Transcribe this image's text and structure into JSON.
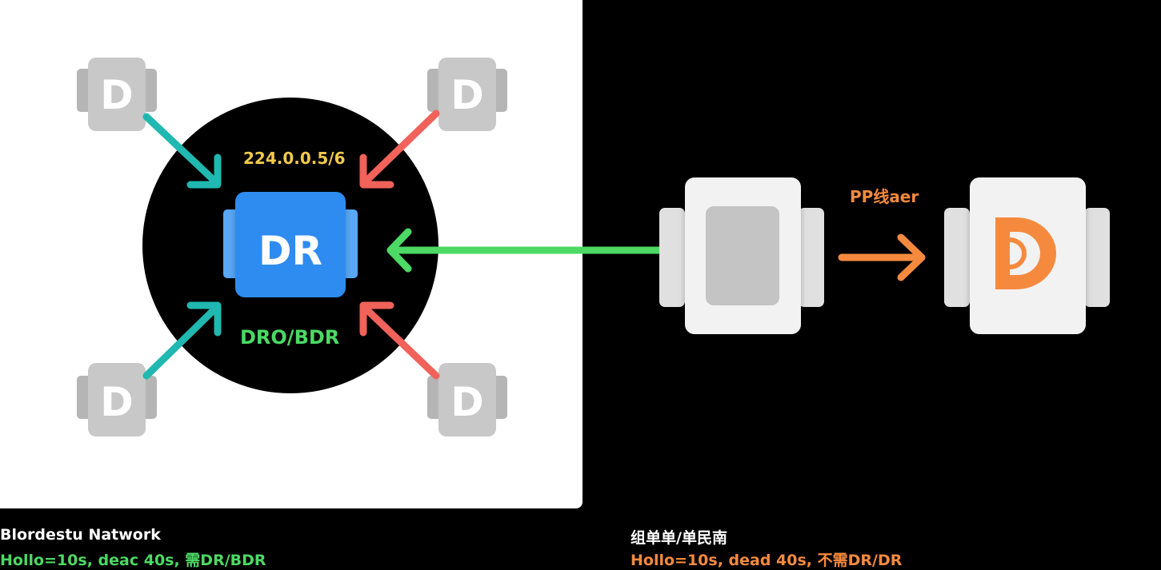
{
  "broadcast": {
    "multicast_label": "224.0.0.5/6",
    "dr_label": "DR",
    "role_label": "DRO/BDR",
    "other_router_letter": "D",
    "caption_title": "Blordestu Natwork",
    "caption_timers": "Hollo=10s, deac 40s, 需DR/BDR"
  },
  "p2p": {
    "link_label": "PP线aer",
    "caption_title": "组单单/单民南",
    "caption_timers": "Hollo=10s, dead 40s, 不需DR/DR"
  },
  "colors": {
    "dr_blue": "#2f8cf0",
    "teal_arrow": "#20b8b0",
    "red_arrow": "#f0625a",
    "green_arrow": "#4cd964",
    "orange_arrow": "#f58a3f",
    "multicast_yellow": "#f2c94c"
  }
}
